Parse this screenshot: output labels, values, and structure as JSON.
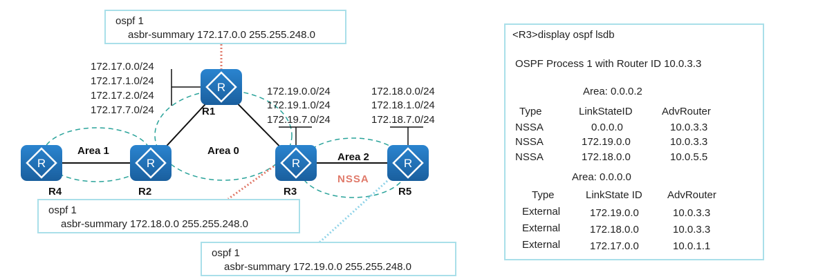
{
  "routers": {
    "r1": "R1",
    "r2": "R2",
    "r3": "R3",
    "r4": "R4",
    "r5": "R5"
  },
  "areas": {
    "area0": "Area 0",
    "area1": "Area 1",
    "area2": "Area 2",
    "nssa": "NSSA"
  },
  "prefixes": {
    "r1": [
      "172.17.0.0/24",
      "172.17.1.0/24",
      "172.17.2.0/24",
      "172.17.7.0/24"
    ],
    "r3": [
      "172.19.0.0/24",
      "172.19.1.0/24",
      "172.19.7.0/24"
    ],
    "r5": [
      "172.18.0.0/24",
      "172.18.1.0/24",
      "172.18.7.0/24"
    ]
  },
  "callouts": {
    "r1": {
      "line1": "ospf 1",
      "line2": "asbr-summary 172.17.0.0 255.255.248.0"
    },
    "r3": {
      "line1": "ospf 1",
      "line2": "asbr-summary 172.18.0.0 255.255.248.0"
    },
    "r5": {
      "line1": "ospf 1",
      "line2": "asbr-summary 172.19.0.0 255.255.248.0"
    }
  },
  "lsdb": {
    "command": "<R3>display ospf lsdb",
    "process": "OSPF Process 1 with Router ID 10.0.3.3",
    "area_a": {
      "title": "Area: 0.0.0.2",
      "headers": [
        "Type",
        "LinkStateID",
        "AdvRouter"
      ],
      "rows": [
        [
          "NSSA",
          "0.0.0.0",
          "10.0.3.3"
        ],
        [
          "NSSA",
          "172.19.0.0",
          "10.0.3.3"
        ],
        [
          "NSSA",
          "172.18.0.0",
          "10.0.5.5"
        ]
      ]
    },
    "area_b": {
      "title": "Area: 0.0.0.0",
      "headers": [
        "Type",
        "LinkState ID",
        "AdvRouter"
      ],
      "rows": [
        [
          "External",
          "172.19.0.0",
          "10.0.3.3"
        ],
        [
          "External",
          "172.18.0.0",
          "10.0.3.3"
        ],
        [
          "External",
          "172.17.0.0",
          "10.0.1.1"
        ]
      ]
    }
  },
  "colors": {
    "router": "#1f6fb5",
    "area_outline": "#2aa39a",
    "callout_border": "#a9dfe9",
    "dot_red": "#e07a6a",
    "dot_blue": "#8fd3e8",
    "nssa_text": "#e07a6a"
  },
  "icons": {
    "router": "router-icon"
  }
}
